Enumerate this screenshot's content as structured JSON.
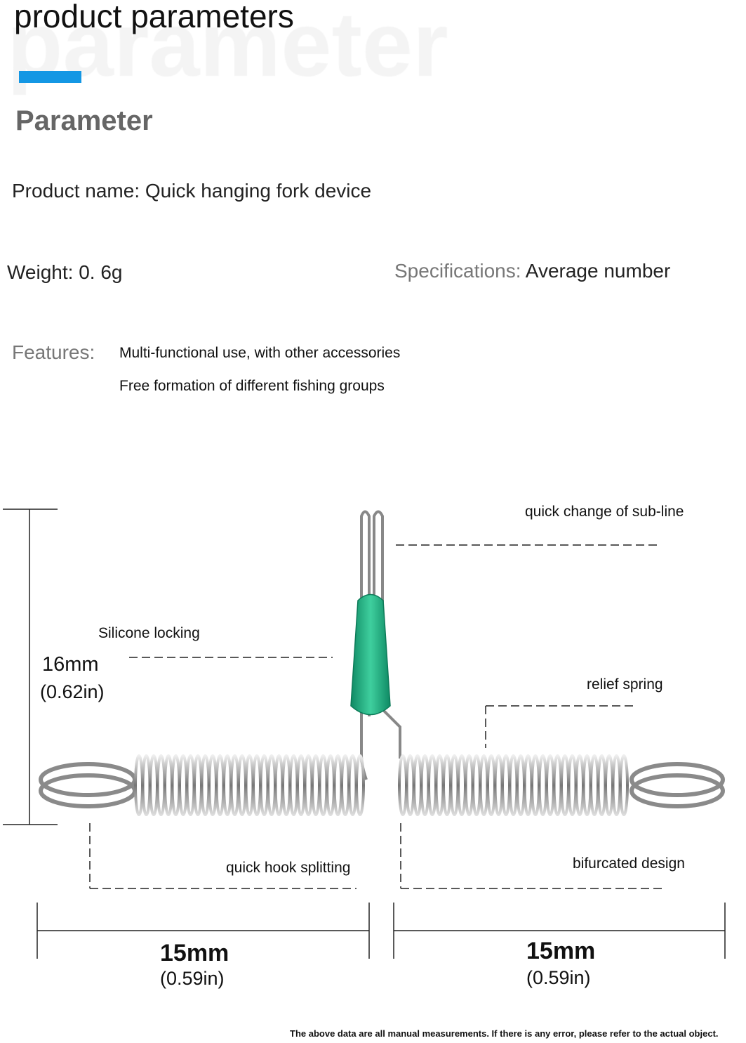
{
  "header": {
    "watermark": "parameter",
    "title": "product parameters",
    "subtitle": "Parameter",
    "accent_color": "#1497e4"
  },
  "specs": {
    "product_name_label": "Product name:",
    "product_name_value": "Quick hanging fork device",
    "weight_label": "Weight:",
    "weight_value": "0. 6g",
    "specifications_label": "Specifications:",
    "specifications_value": "Average number",
    "features_label": "Features:",
    "features": [
      "Multi-functional use, with other accessories",
      "Free formation of different fishing groups"
    ]
  },
  "diagram": {
    "callouts": {
      "sub_line": "quick change of sub-line",
      "silicone": "Silicone locking",
      "relief": "relief spring",
      "hook": "quick hook splitting",
      "bifurcated": "bifurcated design"
    },
    "height_dim": {
      "mm": "16mm",
      "in": "(0.62in)"
    },
    "left_width_dim": {
      "mm": "15mm",
      "in": "(0.59in)"
    },
    "right_width_dim": {
      "mm": "15mm",
      "in": "(0.59in)"
    },
    "bead_color": "#1fa77e"
  },
  "footer": {
    "note": "The above data are all manual measurements. If there is any error, please refer to the actual object."
  }
}
